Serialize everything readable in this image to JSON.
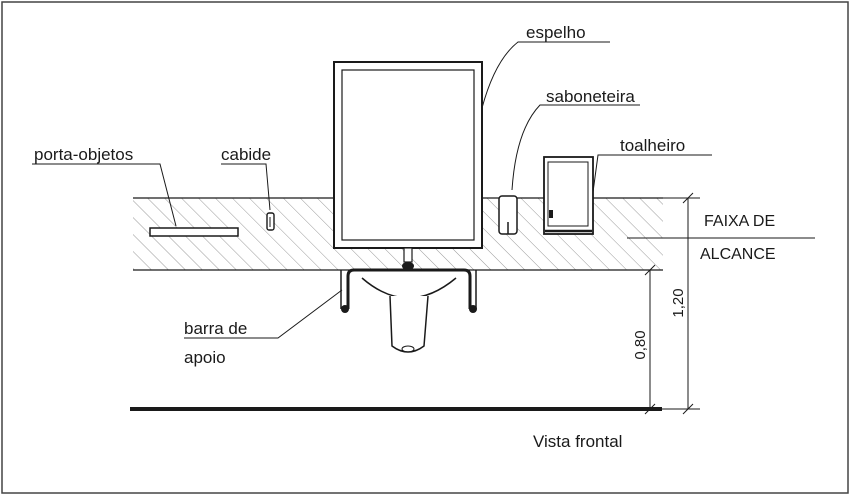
{
  "labels": {
    "espelho": "espelho",
    "saboneteira": "saboneteira",
    "toalheiro": "toalheiro",
    "porta_objetos": "porta-objetos",
    "cabide": "cabide",
    "faixa_line1": "FAIXA DE",
    "faixa_line2": "ALCANCE",
    "barra_line1": "barra de",
    "barra_line2": "apoio",
    "vista": "Vista frontal"
  },
  "dimensions": {
    "lower": "0,80",
    "upper": "1,20"
  },
  "colors": {
    "ink": "#1a1a1a",
    "hatch": "#9a9a9a",
    "border": "#444444"
  }
}
